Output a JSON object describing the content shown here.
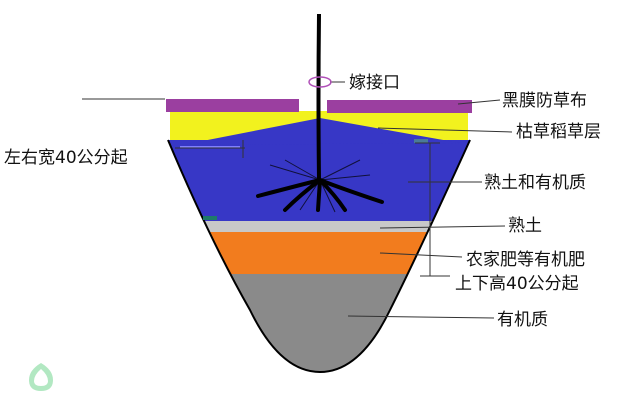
{
  "labels": {
    "graft": "嫁接口",
    "mulch_film": "黑膜防草布",
    "straw": "枯草稻草层",
    "width": "左右宽40公分起",
    "soil_organic": "熟土和有机质",
    "topsoil": "熟土",
    "manure": "农家肥等有机肥",
    "depth": "上下高40公分起",
    "organic": "有机质"
  },
  "colors": {
    "mulch_film": "#9b3fa0",
    "straw": "#f2f21e",
    "soil_organic": "#3737c6",
    "topsoil": "#c8c8c8",
    "manure": "#f27c1e",
    "organic": "#8a8a8a",
    "outline": "#000000",
    "watermark": "#7fd89a"
  },
  "watermark": {
    "icon": "leaf-logo-icon"
  }
}
